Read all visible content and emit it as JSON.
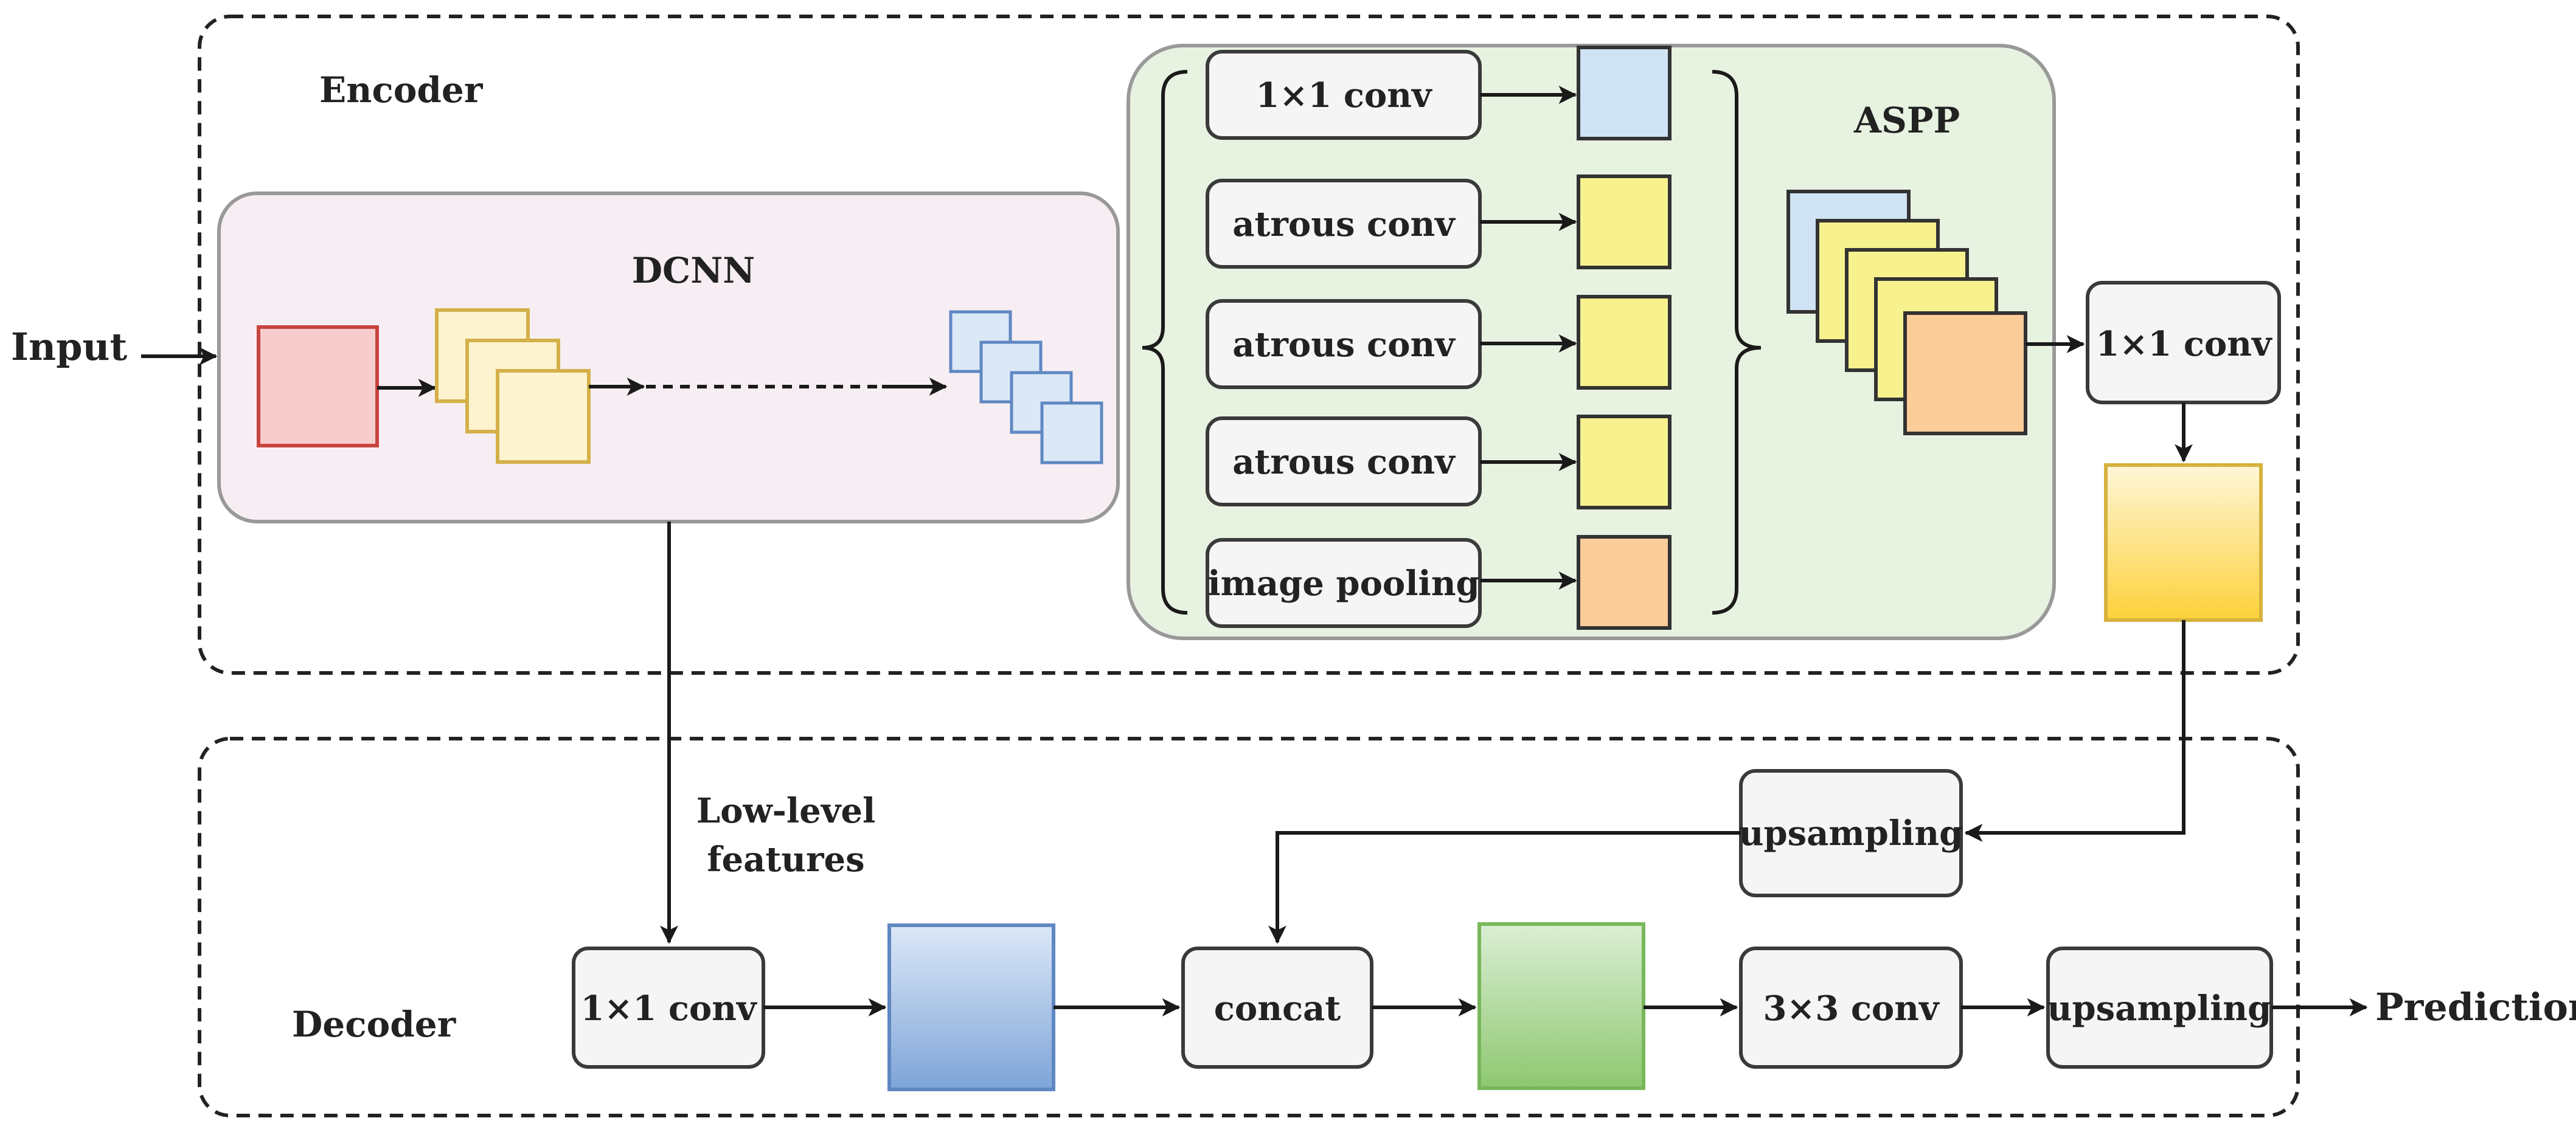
{
  "input_label": "Input",
  "prediction_label": "Prediction",
  "encoder": {
    "title": "Encoder",
    "dcnn_title": "DCNN",
    "aspp_title": "ASPP",
    "aspp_branches": [
      "1×1 conv",
      "atrous conv",
      "atrous conv",
      "atrous conv",
      "image pooling"
    ],
    "post_conv": "1×1 conv"
  },
  "decoder": {
    "title": "Decoder",
    "low_level_line1": "Low-level",
    "low_level_line2": "features",
    "upsampling_top": "upsampling",
    "conv1x1": "1×1 conv",
    "concat": "concat",
    "conv3x3": "3×3 conv",
    "upsampling_out": "upsampling"
  },
  "colors": {
    "dcnn_panel": "#f7eef4",
    "aspp_panel": "#e8f2e1",
    "red_block": "#f6cccc",
    "yellow_block": "#fdf4cf",
    "blue_block": "#dbe8f6",
    "aspp_blue": "#cfe3f5",
    "aspp_yellow": "#f7f28e",
    "aspp_orange": "#fccc99"
  }
}
